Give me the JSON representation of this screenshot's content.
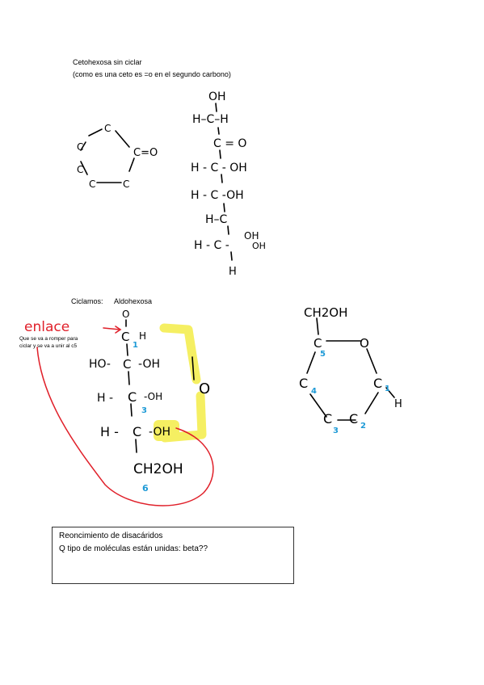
{
  "section1": {
    "title": "Cetohexosa sin ciclar",
    "subtitle": "(como es una ceto es =o en el segundo carbono)"
  },
  "ring1": {
    "atoms": [
      "C",
      "C",
      "C",
      "C",
      "C",
      "C=O"
    ]
  },
  "fischer1": {
    "rows": [
      "OH",
      "H–C–H",
      "C = O",
      "H - C - OH",
      "H - C -OH",
      "H–C",
      "OH",
      "H - C -",
      "OH",
      "H"
    ]
  },
  "section2": {
    "title": "Ciclamos:",
    "title2": "Aldohexosa",
    "annotation_word": "enlace",
    "annotation_note_line1": "Que se va a romper para",
    "annotation_note_line2": "ciclar y se va a unir al c5"
  },
  "fischer2": {
    "atoms": [
      "O",
      "C",
      "H",
      "HO-",
      "C",
      "-OH",
      "H -",
      "C",
      "-OH",
      "H -",
      "C",
      "-OH",
      "CH2OH",
      "O"
    ],
    "numbers": [
      "1",
      "3",
      "6"
    ]
  },
  "ring2": {
    "atoms": [
      "CH2OH",
      "C",
      "O",
      "C",
      "C",
      "C",
      "C",
      "H"
    ],
    "numbers": [
      "5",
      "4",
      "1",
      "2",
      "3"
    ]
  },
  "notes_box": {
    "line1": "Reoncimiento de disacáridos",
    "line2": "Q tipo de moléculas están unidas: beta??"
  },
  "colors": {
    "ink": "#000000",
    "number_blue": "#1e9ad6",
    "annotation_red": "#e0202a",
    "highlight_yellow": "#f5ef5a"
  }
}
